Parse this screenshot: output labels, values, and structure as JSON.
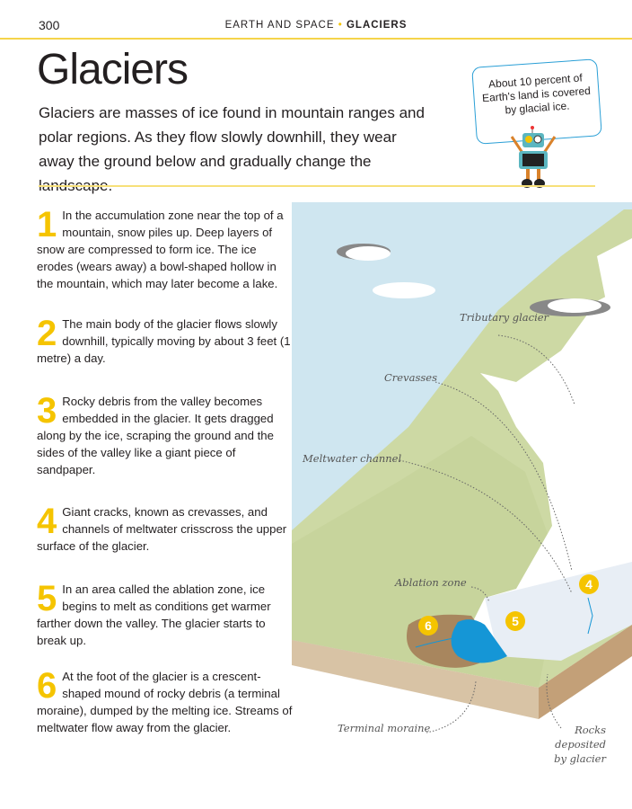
{
  "header": {
    "page_number": "300",
    "section": "EARTH AND SPACE",
    "separator": "•",
    "topic": "GLACIERS"
  },
  "title": "Glaciers",
  "intro": "Glaciers are masses of ice found in mountain ranges and polar regions. As they flow slowly downhill, they wear away the ground below and gradually change the landscape.",
  "fact_box": "About 10 percent of Earth's land is covered by glacial ice.",
  "steps": [
    {
      "num": "1",
      "text": "In the accumulation zone near the top of a mountain, snow piles up. Deep layers of snow are compressed to form ice. The ice erodes (wears away) a bowl-shaped hollow in the mountain, which may later become a lake."
    },
    {
      "num": "2",
      "text": "The main body of the glacier flows slowly downhill, typically moving by about 3 feet (1 metre) a day."
    },
    {
      "num": "3",
      "text": "Rocky debris from the valley becomes embedded in the glacier. It gets dragged along by the ice, scraping the ground and the sides of the valley like a giant piece of sandpaper."
    },
    {
      "num": "4",
      "text": "Giant cracks, known as crevasses, and channels of meltwater crisscross the upper surface of the glacier."
    },
    {
      "num": "5",
      "text": "In an area called the ablation zone, ice begins to melt as conditions get warmer farther down the valley. The glacier starts to break up."
    },
    {
      "num": "6",
      "text": "At the foot of the glacier is a crescent-shaped mound of rocky debris (a terminal moraine), dumped by the melting ice. Streams of meltwater flow away from the glacier."
    }
  ],
  "diagram": {
    "labels": {
      "tributary": "Tributary glacier",
      "crevasses": "Crevasses",
      "meltwater": "Meltwater channel",
      "ablation": "Ablation zone",
      "moraine": "Terminal moraine",
      "rocks": "Rocks deposited by glacier"
    },
    "badges": [
      "4",
      "5",
      "6"
    ],
    "colors": {
      "sky": "#cfe6f0",
      "mountain": "#cdd9a4",
      "glacier": "#ffffff",
      "water": "#1596d6",
      "soil": "#d8c3a5",
      "soil_dark": "#c3a078",
      "accent": "#f5c400"
    }
  }
}
